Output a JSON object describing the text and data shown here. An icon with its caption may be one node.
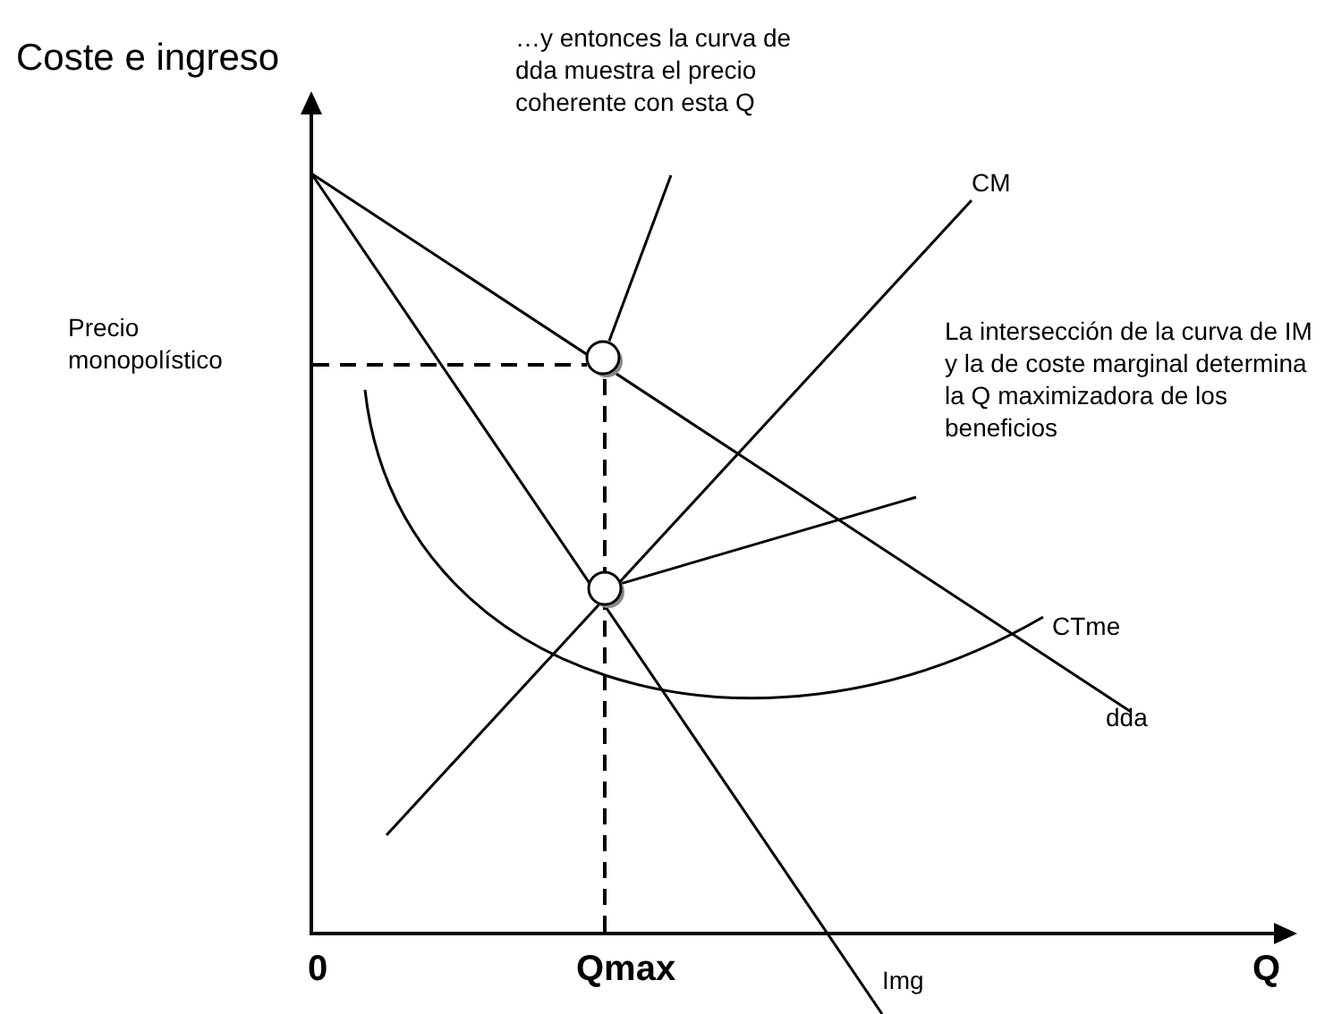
{
  "diagram": {
    "nodes": [
      {
        "text": [
          "…y entonces la curva de dda muestra el precio coherente con esta Q"
        ]
      },
      {
        "text": [],
        "shape": "circle"
      },
      {
        "text": [
          "La intersección de la curva de IM y la de coste marginal determina la Q maximizadora de los beneficios"
        ]
      },
      {
        "text": [],
        "shape": "circle"
      }
    ],
    "edges": [
      {
        "from": 0,
        "to": 1,
        "arrow": "none"
      },
      {
        "from": 2,
        "to": 3,
        "arrow": "none"
      }
    ],
    "labels": [
      "Coste e ingreso",
      "Precio monopolístico",
      "CM",
      "CTme",
      "dda",
      "0",
      "Qmax",
      "Img",
      "Q"
    ]
  }
}
